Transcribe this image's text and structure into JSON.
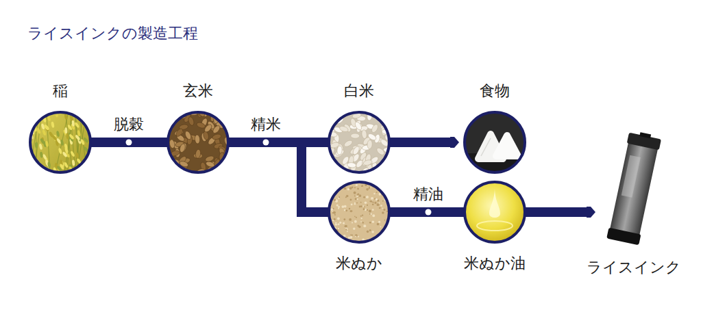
{
  "diagram": {
    "title": "ライスインクの製造工程",
    "nodes": [
      {
        "text": [
          "稲"
        ]
      },
      {
        "text": [
          "玄米"
        ]
      },
      {
        "text": [
          "白米"
        ]
      },
      {
        "text": [
          "食物"
        ]
      },
      {
        "text": [
          "米ぬか"
        ]
      },
      {
        "text": [
          "米ぬか油"
        ]
      },
      {
        "text": [
          "ライスインク"
        ]
      }
    ],
    "edges": [
      {
        "from": 0,
        "to": 1,
        "label": "脱穀",
        "arrow": "none"
      },
      {
        "from": 1,
        "to": 2,
        "label": "精米",
        "arrow": "none"
      },
      {
        "from": 1,
        "to": 4,
        "arrow": "none"
      },
      {
        "from": 2,
        "to": 3,
        "arrow": "to"
      },
      {
        "from": 4,
        "to": 5,
        "label": "精油",
        "arrow": "none"
      },
      {
        "from": 5,
        "to": 6,
        "arrow": "to"
      }
    ]
  }
}
